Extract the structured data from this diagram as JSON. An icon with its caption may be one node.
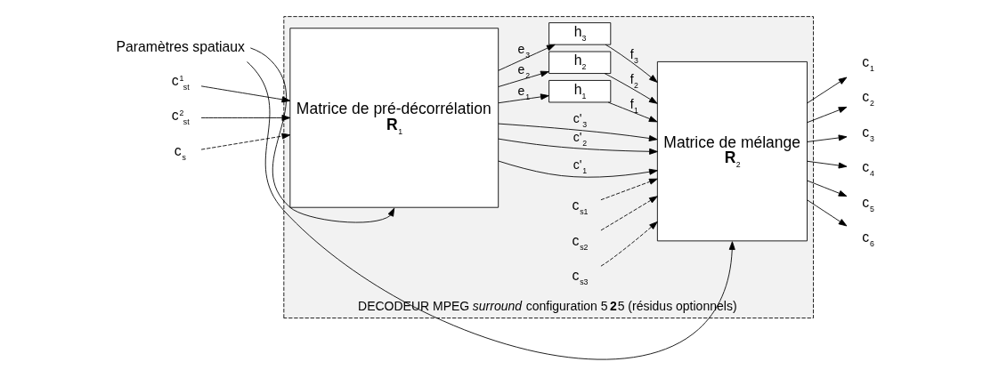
{
  "diagram": {
    "nodes": [
      {
        "text": [
          "DECODEUR MPEG *surround* configuration 5**2**5 (résidus optionnels)"
        ]
      },
      {
        "text": [
          "Matrice de pré-décorrélation",
          "**R**$_{1}$"
        ],
        "in": 0
      },
      {
        "text": [
          "Matrice de mélange",
          "**R**$_{2}$"
        ],
        "in": 0
      },
      {
        "text": [
          "h$_{1}$"
        ],
        "in": 0
      },
      {
        "text": [
          "h$_{2}$"
        ],
        "in": 0
      },
      {
        "text": [
          "h$_{3}$"
        ],
        "in": 0
      },
      {
        "text": [
          "c$^{1}$$_{st}$"
        ]
      },
      {
        "text": [
          "c$^{2}$$_{st}$"
        ]
      },
      {
        "text": [
          "c$_{s}$"
        ]
      },
      {
        "text": [
          "Paramètres spatiaux"
        ]
      },
      {
        "text": [
          "c$_{s1}$"
        ],
        "in": 0
      },
      {
        "text": [
          "c$_{s2}$"
        ],
        "in": 0
      },
      {
        "text": [
          "c$_{s3}$"
        ],
        "in": 0
      },
      {
        "text": [
          "c$_{1}$"
        ]
      },
      {
        "text": [
          "c$_{2}$"
        ]
      },
      {
        "text": [
          "c$_{3}$"
        ]
      },
      {
        "text": [
          "c$_{4}$"
        ]
      },
      {
        "text": [
          "c$_{5}$"
        ]
      },
      {
        "text": [
          "c$_{6}$"
        ]
      }
    ],
    "edges": [
      {
        "from": 6,
        "to": 1,
        "arrow": "to"
      },
      {
        "from": 7,
        "to": 1,
        "arrow": "to"
      },
      {
        "from": 8,
        "to": 1,
        "arrow": "to",
        "style": "dashed"
      },
      {
        "from": 1,
        "to": 2,
        "arrow": "to",
        "label": "c'$_{1}$"
      },
      {
        "from": 1,
        "to": 2,
        "arrow": "to",
        "label": "c'$_{2}$"
      },
      {
        "from": 1,
        "to": 2,
        "arrow": "to",
        "label": "c'$_{3}$"
      },
      {
        "from": 1,
        "to": 3,
        "arrow": "to",
        "label": "e$_{1}$"
      },
      {
        "from": 1,
        "to": 4,
        "arrow": "to",
        "label": "e$_{2}$"
      },
      {
        "from": 1,
        "to": 5,
        "arrow": "to",
        "label": "e$_{3}$"
      },
      {
        "from": 3,
        "to": 2,
        "arrow": "to",
        "label": "f$_{1}$"
      },
      {
        "from": 4,
        "to": 2,
        "arrow": "to",
        "label": "f$_{2}$"
      },
      {
        "from": 5,
        "to": 2,
        "arrow": "to",
        "label": "f$_{3}$"
      },
      {
        "from": 10,
        "to": 2,
        "arrow": "to",
        "style": "dashed"
      },
      {
        "from": 11,
        "to": 2,
        "arrow": "to",
        "style": "dashed"
      },
      {
        "from": 12,
        "to": 2,
        "arrow": "to",
        "style": "dashed"
      },
      {
        "from": 9,
        "to": 1,
        "arrow": "to"
      },
      {
        "from": 9,
        "to": 2,
        "arrow": "to"
      },
      {
        "from": 2,
        "to": 13,
        "arrow": "to"
      },
      {
        "from": 2,
        "to": 14,
        "arrow": "to"
      },
      {
        "from": 2,
        "to": 15,
        "arrow": "to"
      },
      {
        "from": 2,
        "to": 16,
        "arrow": "to"
      },
      {
        "from": 2,
        "to": 17,
        "arrow": "to"
      },
      {
        "from": 2,
        "to": 18,
        "arrow": "to"
      }
    ]
  }
}
